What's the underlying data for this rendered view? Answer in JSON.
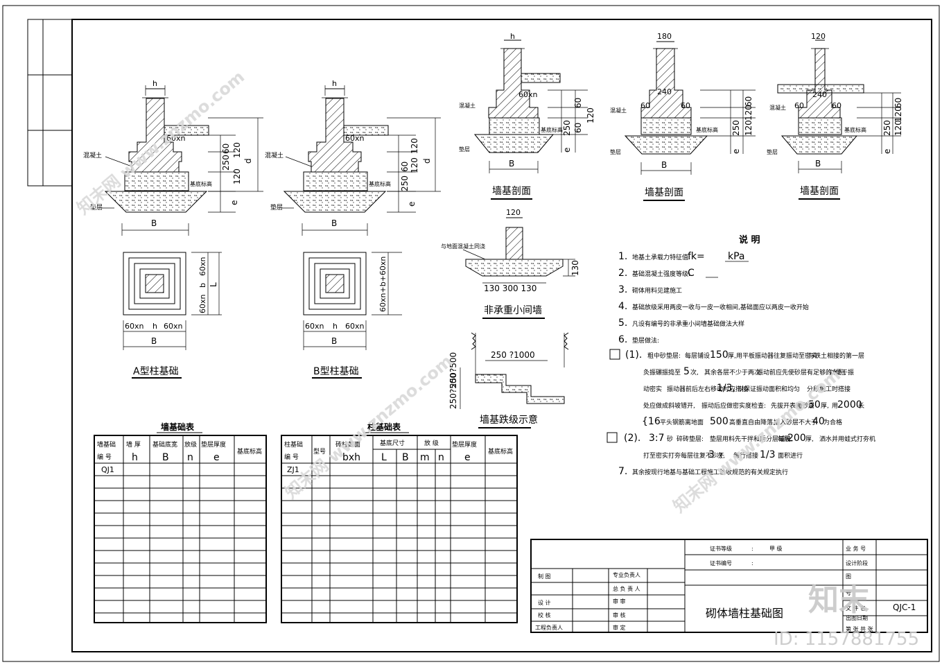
{
  "labels": {
    "h": "h",
    "n180": "180",
    "n120": "120",
    "n60xn": "60xn",
    "n60": "60",
    "n240": "240",
    "n250": "250",
    "n120v": "120",
    "n60v": "60",
    "d": "d",
    "e": "e",
    "B": "B",
    "b": "b",
    "L": "L",
    "concrete": "混凝土",
    "base_elev": "基底标高",
    "cushion": "垫层",
    "plan_60xn": "60xn",
    "plan_b_dim": "60xn+b+60xn",
    "n130": "130",
    "dim_130_300_130": "130 300 130",
    "to_floor": "与地面混凝土同浇",
    "step_dim": "250 ?1000",
    "step_v": "250?500"
  },
  "titles": {
    "wall_section": "墙基剖面",
    "a_col": "A型柱基础",
    "b_col": "B型柱基础",
    "non_bearing": "非承重小间墙",
    "step": "墙基跌级示意",
    "wall_table": "墙基础表",
    "col_table": "柱基础表"
  },
  "notes": {
    "title": "说      明",
    "n1a": "1.",
    "n1b": "地基土承载力特征值:",
    "n1c": "fk=",
    "n1d": "kPa",
    "n2a": "2.",
    "n2b": "基础混凝土强度等级:",
    "n2c": "C",
    "n3a": "3.",
    "n3b": "砌体用料见建施工",
    "n4a": "4.",
    "n4b": "基础放级采用两皮一收与一皮一收相间,基础面应以两皮一收开始",
    "n5a": "5.",
    "n5b": "凡设有编号的非承重小间墙基础做法大样",
    "n6a": "6.",
    "n6b": "垫层做法:",
    "p1a": "(1).",
    "p1b": "粗中砂垫层:",
    "p1c": "每层铺设",
    "p1d": "150",
    "p1e": "厚,",
    "p1f": "用平板振动器往复振动至密实",
    "p1g": "与铁土相接的第一层",
    "p1h": "灸振碾振捣至",
    "p1i": "5",
    "p1j": "次,",
    "p1k": "其余各层不少于两次",
    "p1l": "振动前应先使砂层有足够的水份,",
    "p1m": "以便于振",
    "p1n": "动密实",
    "p1o": "振动器前后左右移动时应搭接",
    "p1p": "1/3,",
    "p1q": "以保证振动面积和均匀",
    "p1r": "分段施工时搭接",
    "p1s": "处应做成斜坡错开,",
    "p1t": "振动后应做密实度检查:",
    "p1u": "先拔开表面砂层",
    "p1v": "50",
    "p1w": "厚,",
    "p1x": "用",
    "p1y": "2000",
    "p1z": "长",
    "p1aa": "{16",
    "p1ab": "平头钢筋离地面",
    "p1ac": "500",
    "p1ad": "高垂直自由降落,",
    "p1ae": "插入砂层不大于",
    "p1af": "40",
    "p1ag": "为合格",
    "p2a": "(2).",
    "p2b": "3:7",
    "p2c": "砂",
    "p2d": "碎砖垫层:",
    "p2e": "垫层用料先干拌和后分层铺设,",
    "p2f": "每层",
    "p2g": "200",
    "p2h": "厚,",
    "p2i": "洒水并用蛙式打夯机",
    "p2j": "打至密实",
    "p2k": "打夯每层往复不少于",
    "p2l": "3",
    "p2m": "次,",
    "p2n": "每行搭接",
    "p2o": "1/3",
    "p2p": "面积进行",
    "n7a": "7.",
    "n7b": "其余按现行地基与基础工程施工验收规范的有关规定执行"
  },
  "wall_table": {
    "headers": [
      {
        "top": "墙基础",
        "bottom": "编  号"
      },
      {
        "top": "墙  厚",
        "bottom": "h"
      },
      {
        "top": "基础底宽",
        "bottom": "B"
      },
      {
        "top": "放级",
        "bottom": "n"
      },
      {
        "top": "垫层厚度",
        "bottom": "e"
      },
      {
        "top": "基底标高",
        "bottom": ""
      }
    ],
    "first_cell": "QJ1"
  },
  "col_table": {
    "headers": [
      {
        "top": "柱基础",
        "bottom": "编  号"
      },
      {
        "top": "型号",
        "bottom": ""
      },
      {
        "top": "砖柱截面",
        "bottom": "bxh"
      },
      {
        "top": "基底尺寸",
        "bottom": ""
      },
      {
        "top": "放  级",
        "bottom": ""
      },
      {
        "top": "垫层厚度",
        "bottom": "e"
      },
      {
        "top": "基底标高",
        "bottom": ""
      }
    ],
    "sub": [
      "L",
      "B",
      "m",
      "n"
    ],
    "first_cell": "ZJ1"
  },
  "title_block": {
    "cert_grade": "证书等级",
    "colon": ":",
    "cert_value": "甲      级",
    "cert_no": "证书编号",
    "colon2": ":",
    "draw": "制        图",
    "design": "设        计",
    "check": "校        核",
    "eng_lead": "工程负责人",
    "prof_lead": "专业负责人",
    "chief": "总 负 责 人",
    "review": "审        审",
    "audit": "审        核",
    "approve": "审        定",
    "drawing_title": "砌体墙柱基础图",
    "business_no": "业 务 号",
    "design_stage": "设计阶段",
    "tu": "图",
    "hao": "号",
    "file_no": "文 件 名",
    "file_value": "QJC-1",
    "date": "出图日期",
    "page": "第    张    共    张"
  },
  "watermark": {
    "brand": "知末",
    "id": "ID: 1157881755",
    "diag": "知末网 www.znzmo.com"
  }
}
